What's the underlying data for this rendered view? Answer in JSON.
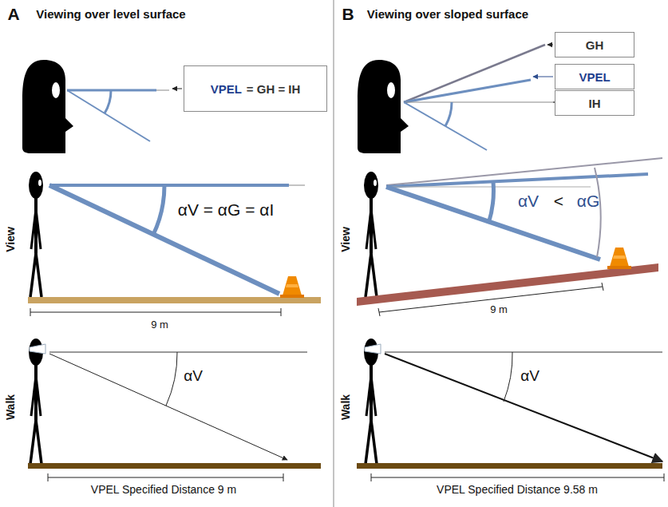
{
  "diagram": {
    "nodes": [
      {
        "text": [
          "VPEL",
          "= GH = IH"
        ]
      },
      {
        "text": [
          "GH"
        ]
      },
      {
        "text": [
          "VPEL"
        ]
      },
      {
        "text": [
          "IH"
        ]
      }
    ],
    "labels": [
      "A",
      "Viewing over level surface",
      "B",
      "Viewing over sloped surface",
      "View",
      "Walk",
      "αV = αG = αI",
      "9 m",
      "αV",
      "VPEL Specified Distance 9 m",
      "View",
      "αV",
      "<",
      "αG",
      "9 m",
      "Walk",
      "αV",
      "VPEL Specified Distance 9.58 m"
    ]
  }
}
